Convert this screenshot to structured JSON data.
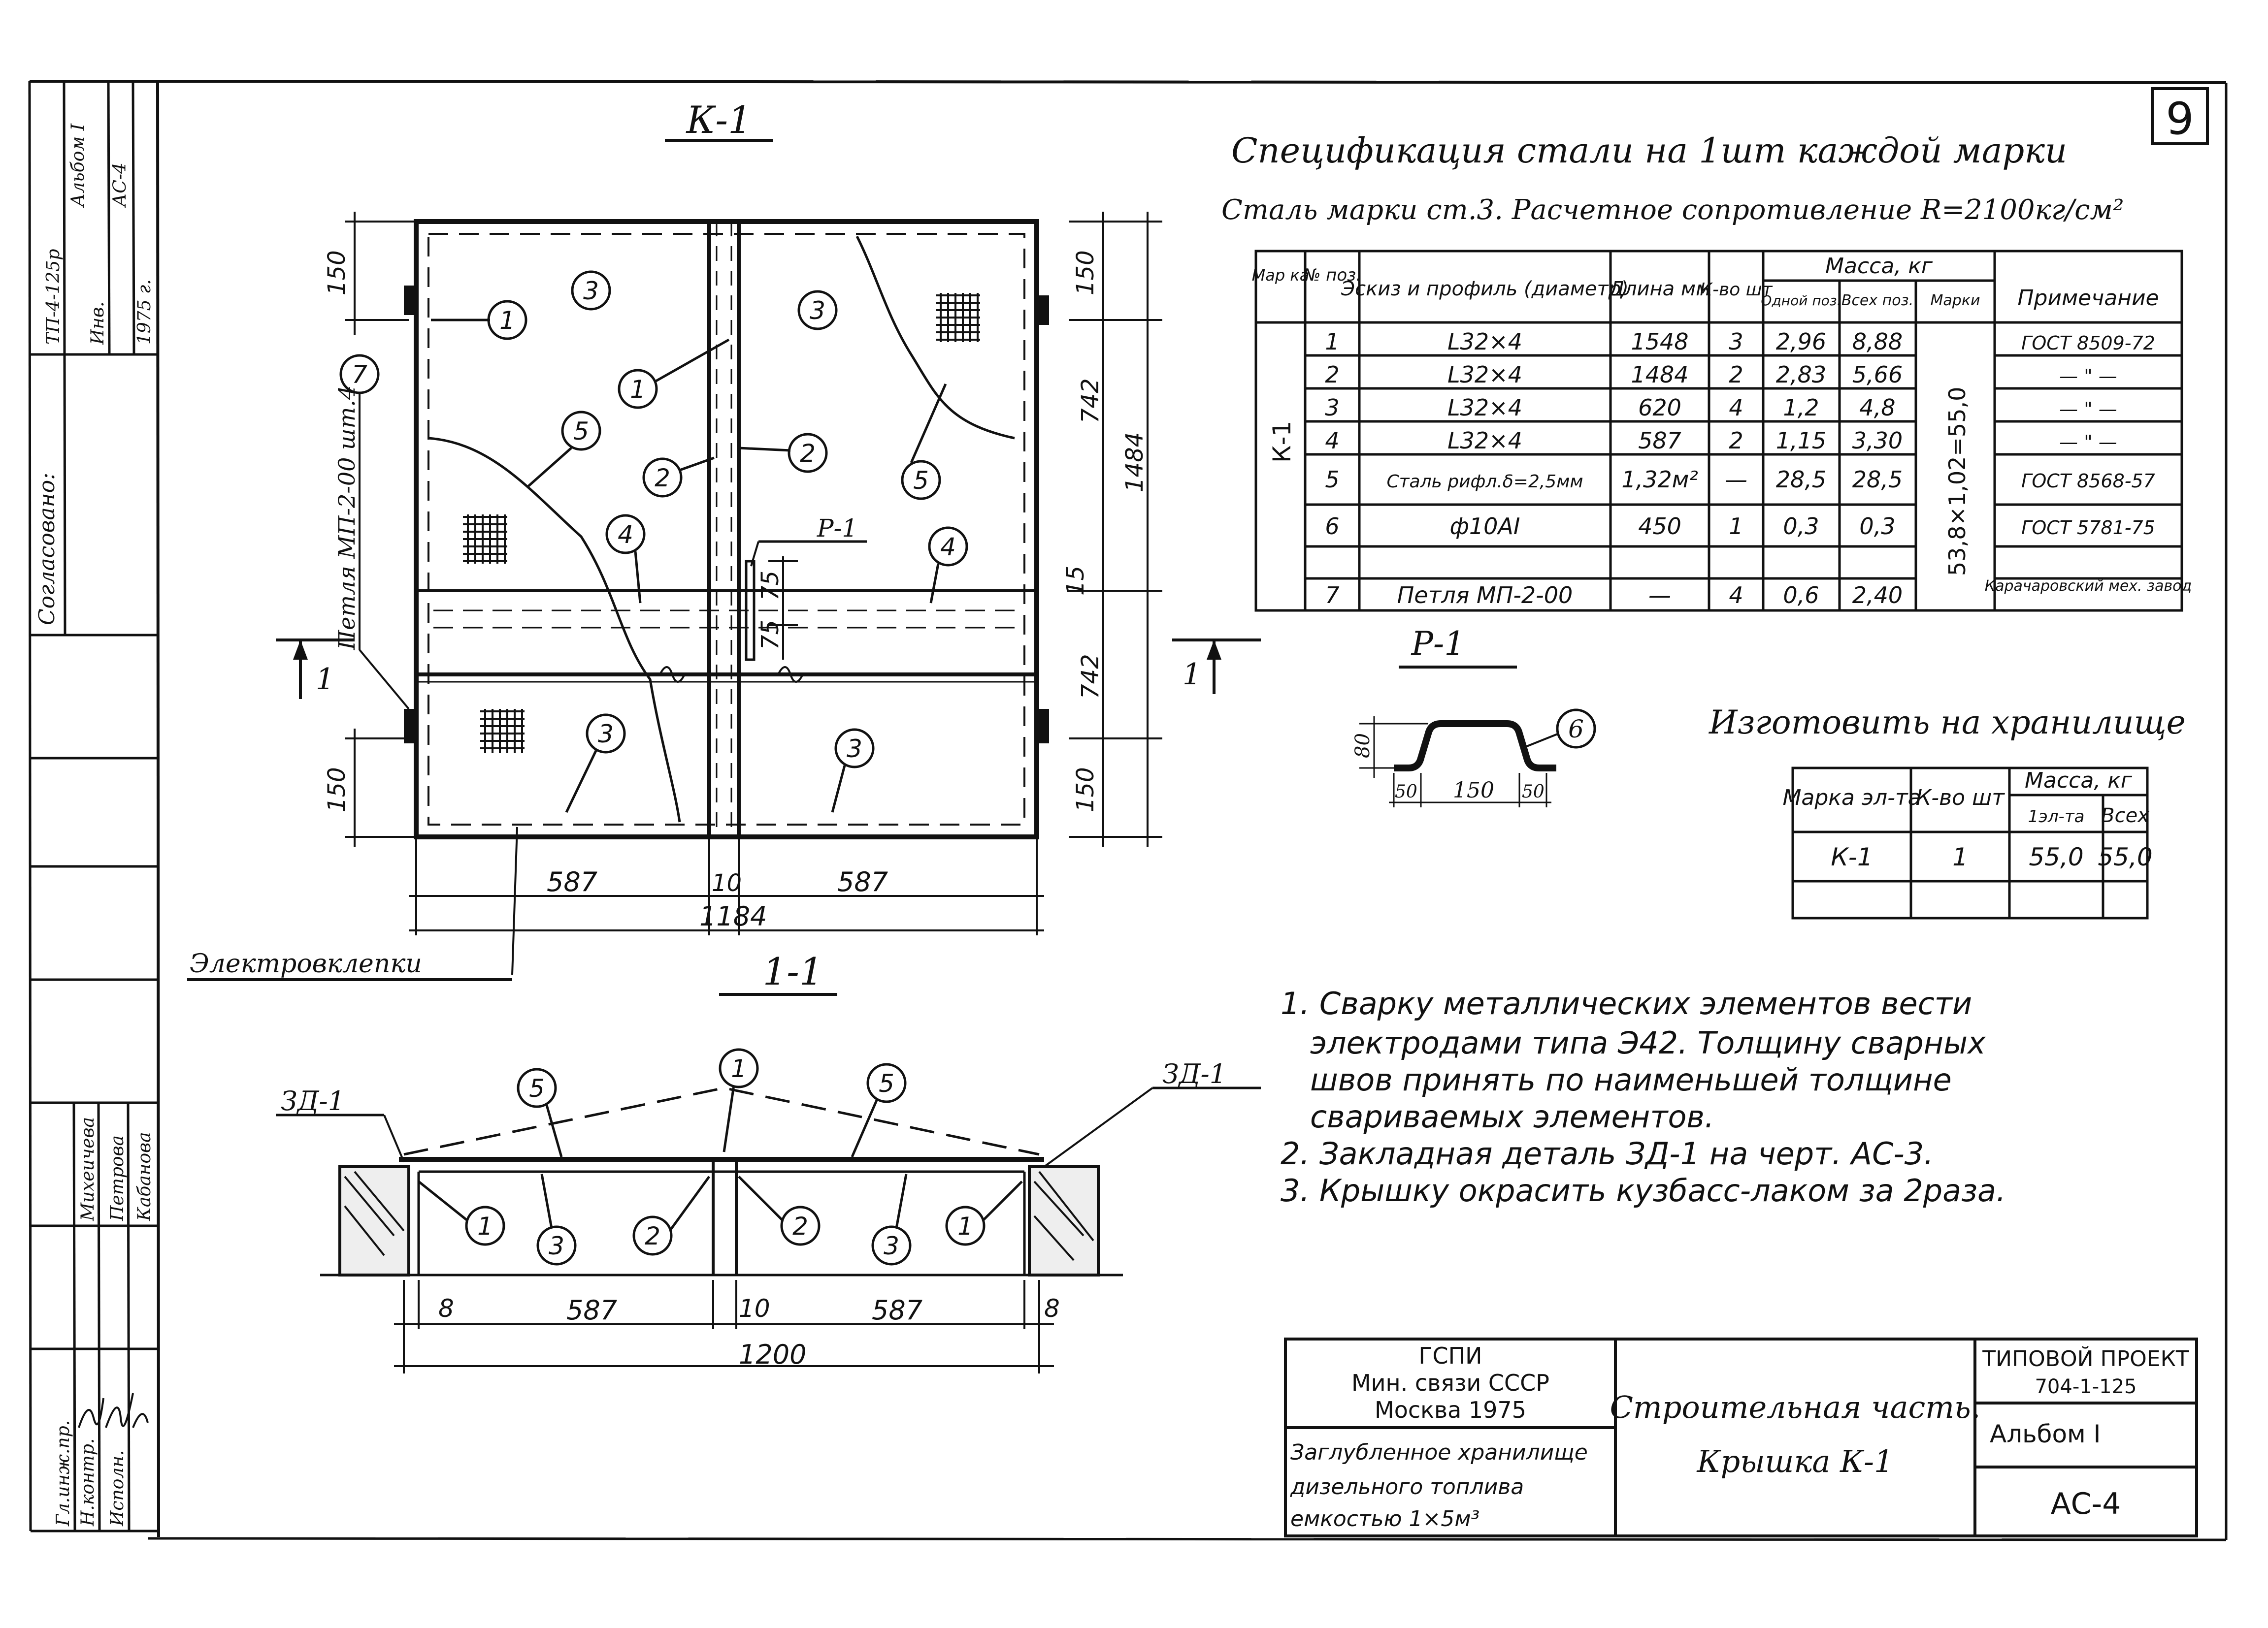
{
  "sheet_number": "9",
  "left_strip": {
    "top_cells": [
      "Согласовано:",
      "ТП-4-125р",
      "Альбом I",
      "Инв.",
      "АС-4",
      "1975 г."
    ],
    "bottom_roles": [
      "Гл.инж.пр.",
      "Н.контр.",
      "Исполн."
    ],
    "bottom_names": [
      "Михеичева",
      "Петрова",
      "Кабанова"
    ]
  },
  "plan": {
    "title": "К-1",
    "petlya_label": "Петля МП-2-00 шт.4",
    "petlya_pos": "7",
    "dims_left": [
      "150",
      "150"
    ],
    "dims_right": [
      "150",
      "742",
      "1484",
      "15",
      "742",
      "150"
    ],
    "dims_mid": [
      "75",
      "75"
    ],
    "dims_bottom": [
      "587",
      "10",
      "587",
      "1184"
    ],
    "section_mark": "1",
    "detail_mark": "Р-1",
    "positions": [
      "1",
      "3",
      "3",
      "1",
      "5",
      "2",
      "2",
      "5",
      "4",
      "4",
      "3",
      "3"
    ],
    "electro_label": "Электровклепки"
  },
  "section": {
    "title": "1-1",
    "zd_left": "ЗД-1",
    "zd_right": "ЗД-1",
    "positions": [
      "5",
      "1",
      "5",
      "1",
      "3",
      "2",
      "2",
      "3",
      "1"
    ],
    "dims": [
      "8",
      "587",
      "10",
      "587",
      "8",
      "1200"
    ]
  },
  "spec": {
    "title": "Спецификация стали на 1шт каждой марки",
    "subtitle": "Сталь марки ст.3. Расчетное сопротивление R=2100кг/см²",
    "header": {
      "mark": "Мар ка",
      "pos": "№ поз.",
      "profile": "Эскиз и профиль (диаметр)",
      "length": "Длина мм",
      "qty": "К-во шт",
      "mass": "Масса, кг",
      "mass_one": "Одной поз.",
      "mass_all": "Всех поз.",
      "mass_mark": "Марки",
      "note": "Примечание"
    },
    "mark_value": "К-1",
    "mark_mass": "53,8×1,02=55,0",
    "rows": [
      {
        "pos": "1",
        "profile": "L32×4",
        "length": "1548",
        "qty": "3",
        "one": "2,96",
        "all": "8,88",
        "note": "ГОСТ 8509-72"
      },
      {
        "pos": "2",
        "profile": "L32×4",
        "length": "1484",
        "qty": "2",
        "one": "2,83",
        "all": "5,66",
        "note": "— \" —"
      },
      {
        "pos": "3",
        "profile": "L32×4",
        "length": "620",
        "qty": "4",
        "one": "1,2",
        "all": "4,8",
        "note": "— \" —"
      },
      {
        "pos": "4",
        "profile": "L32×4",
        "length": "587",
        "qty": "2",
        "one": "1,15",
        "all": "3,30",
        "note": "— \" —"
      },
      {
        "pos": "5",
        "profile": "Сталь рифл.δ=2,5мм",
        "length": "1,32м²",
        "qty": "—",
        "one": "28,5",
        "all": "28,5",
        "note": "ГОСТ 8568-57"
      },
      {
        "pos": "6",
        "profile": "ф10АI",
        "length": "450",
        "qty": "1",
        "one": "0,3",
        "all": "0,3",
        "note": "ГОСТ 5781-75"
      },
      {
        "pos": "",
        "profile": "",
        "length": "",
        "qty": "",
        "one": "",
        "all": "",
        "note": ""
      },
      {
        "pos": "7",
        "profile": "Петля МП-2-00",
        "length": "—",
        "qty": "4",
        "one": "0,6",
        "all": "2,40",
        "note": "Карачаровский мех. завод"
      }
    ]
  },
  "detail": {
    "title": "Р-1",
    "pos": "6",
    "dims": [
      "80",
      "50",
      "150",
      "50"
    ]
  },
  "storage": {
    "title": "Изготовить на хранилище",
    "header": {
      "mark": "Марка эл-та",
      "qty": "К-во шт",
      "mass": "Масса, кг",
      "one": "1эл-та",
      "all": "Всех"
    },
    "rows": [
      {
        "mark": "К-1",
        "qty": "1",
        "one": "55,0",
        "all": "55,0"
      }
    ]
  },
  "notes": [
    "1. Сварку металлических элементов вести",
    "электродами типа Э42. Толщину сварных",
    "швов принять по наименьшей толщине",
    "свариваемых элементов.",
    "2. Закладная деталь ЗД-1 на черт. АС-3.",
    "3. Крышку окрасить кузбасс-лаком за 2раза."
  ],
  "title_block": {
    "org": [
      "ГСПИ",
      "Мин. связи СССР",
      "Москва 1975"
    ],
    "object": [
      "Заглубленное хранилище",
      "дизельного топлива",
      "емкостью 1×5м³"
    ],
    "part": "Строительная часть.",
    "name": "Крышка К-1",
    "project_label": "ТИПОВОЙ ПРОЕКТ",
    "project_number": "704-1-125",
    "album": "Альбом I",
    "sheet_code": "АС-4"
  }
}
